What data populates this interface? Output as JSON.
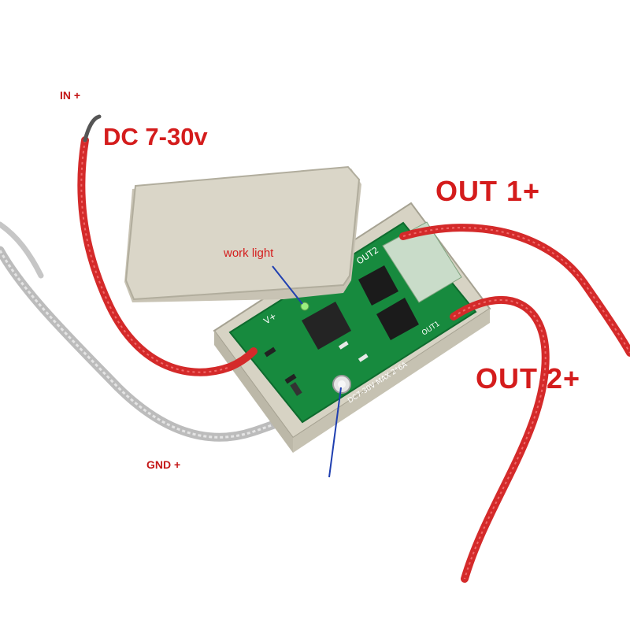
{
  "labels": {
    "in_plus": "IN +",
    "dc_range": "DC 7-30v",
    "out1": "OUT  1+",
    "out2": "OUT  2+",
    "work_light": "work light",
    "gnd_plus": "GND +"
  },
  "board": {
    "silk_out2": "OUT2",
    "silk_out1": "OUT1",
    "silk_vplus": "V+",
    "silk_rating": "DC7-30V  MAX 2*6A"
  },
  "colors": {
    "label_red": "#d41c1c",
    "pointer_blue": "#1f3fb0",
    "pcb_green": "#178a3e",
    "wire_red": "#d42a2a",
    "case_beige": "#d7d3c4"
  }
}
